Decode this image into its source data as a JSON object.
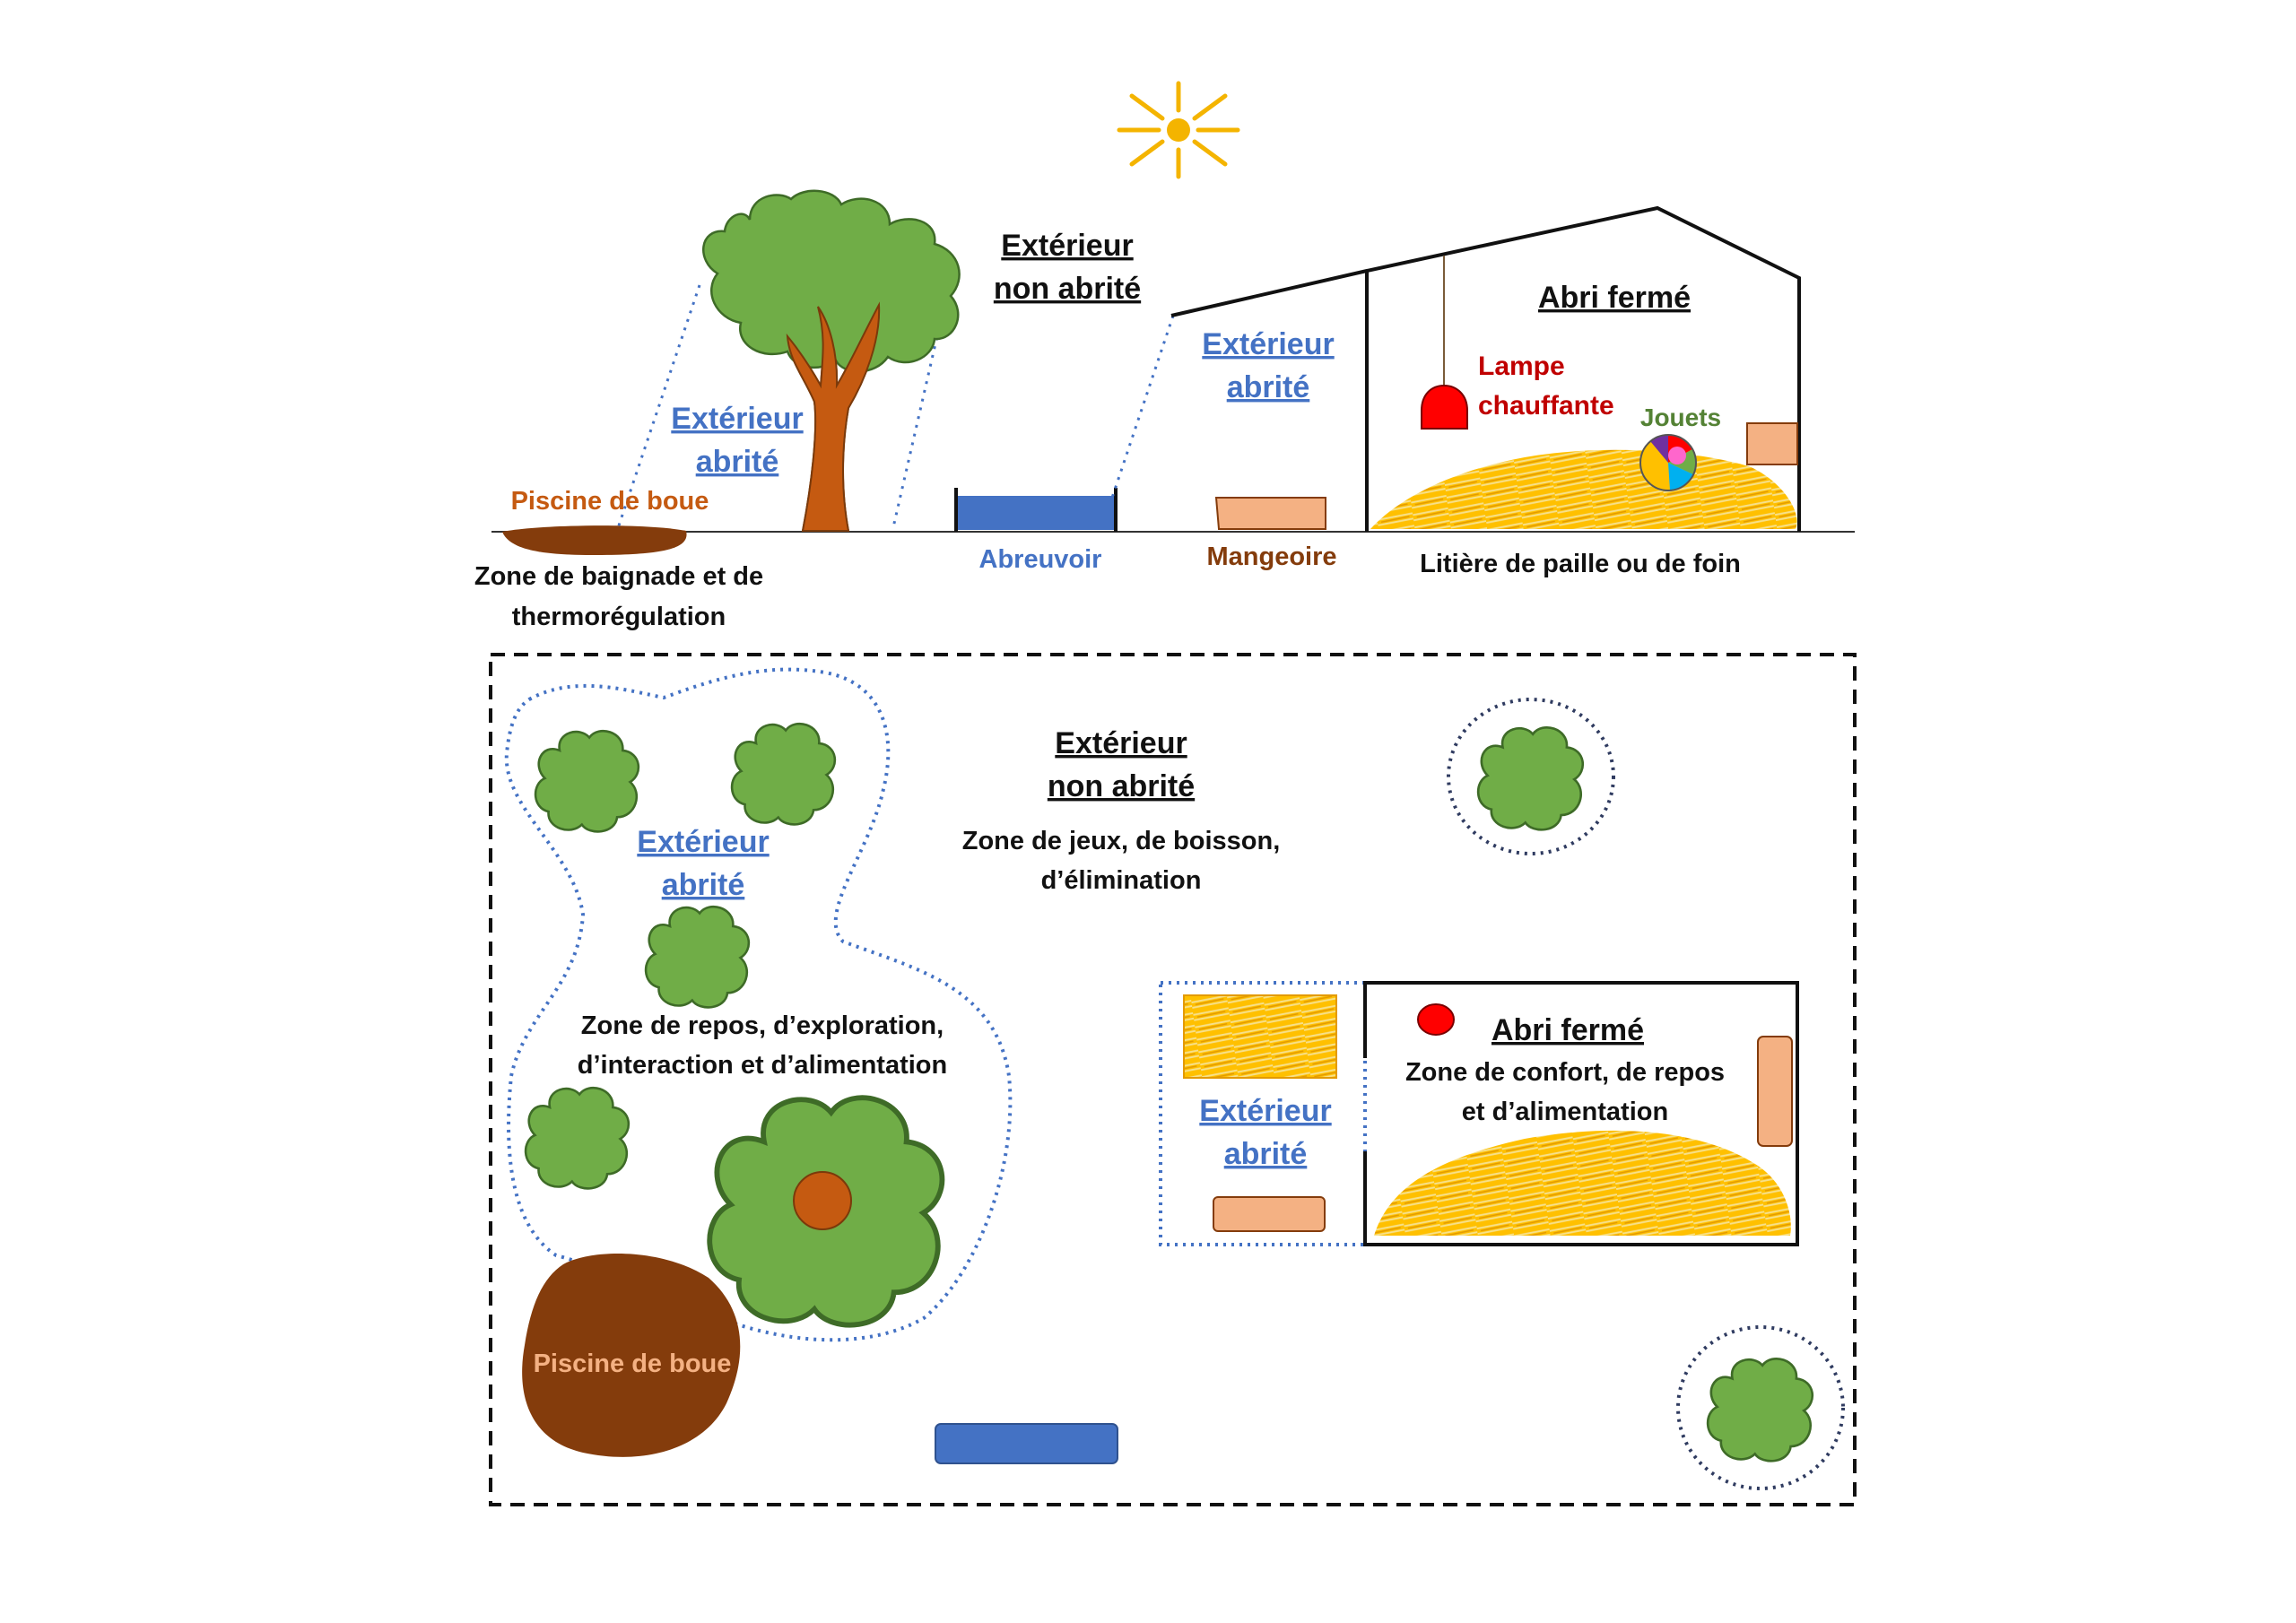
{
  "colors": {
    "sky_sun": "#F4B400",
    "foliage": "#70AD47",
    "foliage_stroke": "#3E6B27",
    "trunk": "#C55A11",
    "water": "#4472C4",
    "feeder": "#F4B183",
    "mud": "#843C0C",
    "straw": "#FFC000",
    "lamp": "#FF0000",
    "heading_black": "#111111",
    "heading_blue": "#4472C4",
    "mud_label_side": "#C55A11",
    "mud_label_plan": "#F4B183",
    "feeder_label": "#843C0C",
    "lamp_label": "#C00000",
    "toys_label": "#548235"
  },
  "side_view": {
    "outdoor_open_line1": "Extérieur",
    "outdoor_open_line2": "non abrité",
    "sheltered_tree_line1": "Extérieur",
    "sheltered_tree_line2": "abrité",
    "sheltered_roof_line1": "Extérieur",
    "sheltered_roof_line2": "abrité",
    "closed_shelter": "Abri fermé",
    "lamp_line1": "Lampe",
    "lamp_line2": "chauffante",
    "toys": "Jouets",
    "mud_pool": "Piscine de boue",
    "bath_zone_line1": "Zone de baignade et de",
    "bath_zone_line2": "thermorégulation",
    "water_trough": "Abreuvoir",
    "feeder": "Mangeoire",
    "litter": "Litière de paille ou de foin"
  },
  "plan_view": {
    "outdoor_open_line1": "Extérieur",
    "outdoor_open_line2": "non abrité",
    "play_zone_line1": "Zone de jeux, de boisson,",
    "play_zone_line2": "d’élimination",
    "sheltered_left_line1": "Extérieur",
    "sheltered_left_line2": "abrité",
    "rest_zone_line1": "Zone de repos, d’exploration,",
    "rest_zone_line2": "d’interaction et d’alimentation",
    "sheltered_right_line1": "Extérieur",
    "sheltered_right_line2": "abrité",
    "closed_shelter": "Abri fermé",
    "comfort_zone_line1": "Zone de confort, de repos",
    "comfort_zone_line2": "et d’alimentation",
    "mud_pool": "Piscine de boue"
  }
}
